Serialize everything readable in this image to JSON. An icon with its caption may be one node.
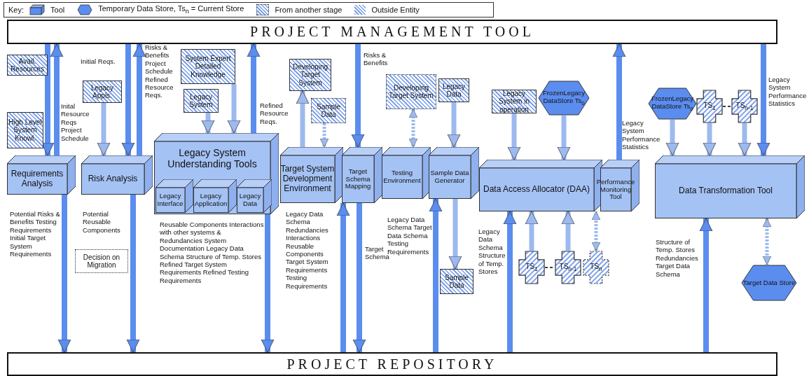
{
  "diagram": {
    "nodes": [
      {
        "text": [
          "PROJECT MANAGEMENT TOOL"
        ]
      },
      {
        "text": [
          "Avail. Resources"
        ]
      },
      {
        "text": [
          "Legacy Appls."
        ]
      },
      {
        "text": [
          "System Expert Detailed Knowledge"
        ]
      },
      {
        "text": [
          "Legacy System"
        ]
      },
      {
        "text": [
          "Developing Target System"
        ]
      },
      {
        "text": [
          "Sample Data"
        ]
      },
      {
        "text": [
          "Developing Target System"
        ]
      },
      {
        "text": [
          "Legacy Data"
        ]
      },
      {
        "text": [
          "Legacy System in operation"
        ]
      },
      {
        "text": [
          "FrozenLegacy DataStore Ts$_{0}$"
        ]
      },
      {
        "text": [
          "FrozenLegacy DataStore Ts$_{0}$"
        ]
      },
      {
        "text": [
          "TS$_{1}$"
        ]
      },
      {
        "text": [
          "TS$_{n-1}$"
        ]
      },
      {
        "text": [
          "High Level System Knowl."
        ]
      },
      {
        "text": [
          "Requirements Analysis"
        ]
      },
      {
        "text": [
          "Risk Analysis"
        ]
      },
      {
        "text": [
          "Legacy System Understanding Tools"
        ]
      },
      {
        "text": [
          "Legacy Interface"
        ],
        "in": 17
      },
      {
        "text": [
          "Legacy Application"
        ],
        "in": 17
      },
      {
        "text": [
          "Legacy Data"
        ],
        "in": 17
      },
      {
        "text": [
          "Target System Development Environment"
        ]
      },
      {
        "text": [
          "Target Schema Mapping"
        ]
      },
      {
        "text": [
          "Testing Environment"
        ]
      },
      {
        "text": [
          "Sample Data Generator"
        ]
      },
      {
        "text": [
          "Data Access Allocator (DAA)"
        ]
      },
      {
        "text": [
          "Performance Monitoring Tool"
        ]
      },
      {
        "text": [
          "Data Transformation Tool"
        ]
      },
      {
        "text": [
          "Decision on Migration"
        ]
      },
      {
        "text": [
          "Sample Data"
        ]
      },
      {
        "text": [
          "TS$_{1}$"
        ]
      },
      {
        "text": [
          "TS$_{n-1}$"
        ]
      },
      {
        "text": [
          "TS$_{n}$"
        ]
      },
      {
        "text": [
          "Target Data Store"
        ]
      },
      {
        "text": [
          "PROJECT REPOSITORY"
        ]
      }
    ],
    "edges": [
      {
        "from": 0,
        "to": 15,
        "arrow": "to"
      },
      {
        "from": 15,
        "to": 0,
        "arrow": "to",
        "label": "Inital Resource Reqs Project Schedule"
      },
      {
        "from": 0,
        "to": 16,
        "arrow": "to",
        "label": "Initial Reqs."
      },
      {
        "from": 16,
        "to": 0,
        "arrow": "to",
        "label": "Risks & Benefits Project Schedule Refined Resource Reqs."
      },
      {
        "from": 2,
        "to": 16,
        "arrow": "to",
        "color": "#9db9ef"
      },
      {
        "from": 15,
        "to": 34,
        "arrow": "to",
        "label": "Potential Risks & Benefits Testing Requirements Initial Target System Requirements"
      },
      {
        "from": 16,
        "to": 34,
        "arrow": "to",
        "label": "Potential Reusable Components"
      },
      {
        "from": 3,
        "to": 17,
        "arrow": "to",
        "color": "#9db9ef"
      },
      {
        "from": 4,
        "to": 17,
        "arrow": "to",
        "color": "#9db9ef"
      },
      {
        "from": 17,
        "to": 0,
        "arrow": "to",
        "label": "Refined Resource Reqs."
      },
      {
        "from": 17,
        "to": 34,
        "arrow": "to",
        "label": "Reusable Components Interactions with other systems & Redundancies System Documentation Legacy Data Schema Structure of Temp. Stores Refined Target System Requirements Refined Testing Requirements"
      },
      {
        "from": 21,
        "to": 5,
        "arrow": "to",
        "color": "#9db9ef"
      },
      {
        "from": 6,
        "to": 21,
        "arrow": "to",
        "style": "dashed",
        "color": "#9db9ef"
      },
      {
        "from": 0,
        "to": 22,
        "arrow": "to",
        "label": "Risks & Benefits"
      },
      {
        "from": 34,
        "to": 21,
        "arrow": "to",
        "label": "Legacy Data Schema Redundancies Interactions Reusable Components Target System Requirements Testing Requirements"
      },
      {
        "from": 22,
        "to": 34,
        "arrow": "to",
        "label": "Target Schema"
      },
      {
        "from": 7,
        "to": 23,
        "arrow": "both",
        "style": "dashed",
        "color": "#9db9ef"
      },
      {
        "from": 8,
        "to": 24,
        "arrow": "to",
        "color": "#9db9ef"
      },
      {
        "from": 34,
        "to": 24,
        "arrow": "to",
        "label": "Legacy Data Schema Target Data Schema Testing Requirements"
      },
      {
        "from": 24,
        "to": 29,
        "arrow": "to",
        "color": "#9db9ef"
      },
      {
        "from": 9,
        "to": 25,
        "arrow": "to",
        "color": "#9db9ef"
      },
      {
        "from": 10,
        "to": 25,
        "arrow": "to",
        "color": "#9db9ef"
      },
      {
        "from": 34,
        "to": 25,
        "arrow": "to",
        "label": "Legacy Data Schema Structure of Temp. Stores"
      },
      {
        "from": 30,
        "to": 25,
        "arrow": "to",
        "color": "#9db9ef"
      },
      {
        "from": 31,
        "to": 25,
        "arrow": "to",
        "color": "#9db9ef"
      },
      {
        "from": 32,
        "to": 25,
        "arrow": "both",
        "style": "dashed",
        "color": "#9db9ef"
      },
      {
        "from": 30,
        "to": 31,
        "arrow": "none",
        "style": "dashed",
        "color": "#000000"
      },
      {
        "from": 26,
        "to": 0,
        "arrow": "to",
        "label": "Legacy System Performance Statistics"
      },
      {
        "from": 11,
        "to": 27,
        "arrow": "to",
        "color": "#9db9ef"
      },
      {
        "from": 12,
        "to": 27,
        "arrow": "to",
        "color": "#9db9ef"
      },
      {
        "from": 13,
        "to": 27,
        "arrow": "to",
        "color": "#9db9ef"
      },
      {
        "from": 12,
        "to": 13,
        "arrow": "none",
        "style": "dashed",
        "color": "#000000"
      },
      {
        "from": 0,
        "to": 27,
        "arrow": "to",
        "label": "Legacy System Performance Statistics"
      },
      {
        "from": 34,
        "to": 27,
        "arrow": "to",
        "label": "Structure of Temp. Stores Redundancies Target Data Schema"
      },
      {
        "from": 27,
        "to": 33,
        "arrow": "both",
        "style": "dashed",
        "color": "#9db9ef"
      }
    ],
    "labels": [
      "Key:"
    ],
    "legend": [
      {
        "text": "Tool"
      },
      {
        "text": "Temporary Data Store, Ts$_{n}$ = Current Store"
      },
      {
        "text": "From another stage"
      },
      {
        "text": "Outside Entity"
      }
    ]
  }
}
